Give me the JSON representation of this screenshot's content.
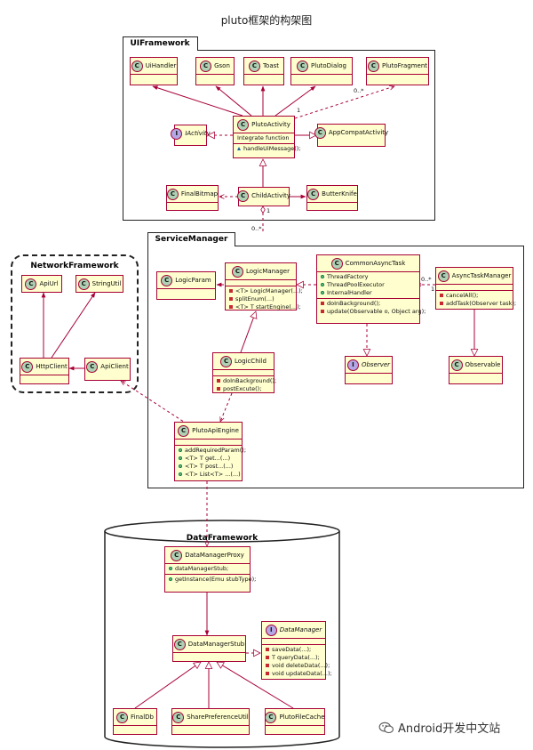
{
  "title": "pluto框架的构架图",
  "packages": {
    "ui": "UIFramework",
    "service": "ServiceManager",
    "network": "NetworkFramework",
    "data": "DataFramework"
  },
  "badges": {
    "class": "C",
    "interface": "I"
  },
  "classes": {
    "uihandler": {
      "name": "UiHandler"
    },
    "gson": {
      "name": "Gson"
    },
    "toast": {
      "name": "Toast"
    },
    "plutodialog": {
      "name": "PlutoDialog"
    },
    "plutofragment": {
      "name": "PlutoFragment"
    },
    "iactivity": {
      "name": "IActivity"
    },
    "plutoactivity": {
      "name": "PlutoActivity",
      "fields": [
        "Integrate function"
      ],
      "methods": [
        "handleUiMessage();"
      ]
    },
    "appcompatactivity": {
      "name": "AppCompatActivity"
    },
    "finalbitmap": {
      "name": "FinalBitmap"
    },
    "childactivity": {
      "name": "ChildActivity"
    },
    "butterknife": {
      "name": "ButterKnife"
    },
    "logicparam": {
      "name": "LogicParam"
    },
    "logicmanager": {
      "name": "LogicManager",
      "methods": [
        "<T> LogicManager(...);",
        "splitEnum(...)",
        "<T> T startEngine(...);"
      ]
    },
    "commonasynctask": {
      "name": "CommonAsyncTask",
      "fields": [
        "ThreadFactory",
        "ThreadPoolExecutor",
        "InternalHandler"
      ],
      "methods": [
        "doInBackground();",
        "update(Observable o, Object arg);"
      ]
    },
    "asynctaskmanager": {
      "name": "AsyncTaskManager",
      "methods": [
        "cancelAll();",
        "addTask(Observer task);"
      ]
    },
    "logicchild": {
      "name": "LogicChild",
      "methods": [
        "doInBackground();",
        "postExcute();"
      ]
    },
    "observer": {
      "name": "Observer"
    },
    "observable": {
      "name": "Observable"
    },
    "apiurl": {
      "name": "ApiUrl"
    },
    "stringutil": {
      "name": "StringUtil"
    },
    "httpclient": {
      "name": "HttpClient"
    },
    "apiclient": {
      "name": "ApiClient"
    },
    "plutoapiengine": {
      "name": "PlutoApiEngine",
      "methods": [
        "addRequiredParam();",
        "<T> T get...(...)",
        "<T> T post...(...)",
        "<T> List<T> ...(...)"
      ]
    },
    "datamanagerproxy": {
      "name": "DataManagerProxy",
      "fields": [
        "dataManagerStub;"
      ],
      "methods": [
        "getInstance(Emu stubType);"
      ]
    },
    "datamanagerstub": {
      "name": "DataManagerStub"
    },
    "datamanager": {
      "name": "DataManager",
      "methods": [
        "saveData(...);",
        "T queryData(...);",
        "void deleteData(...);",
        "void updateData(...);"
      ]
    },
    "finaldb": {
      "name": "FinalDb"
    },
    "sharepreferenceutil": {
      "name": "SharePreferenceUtil"
    },
    "plutofilecache": {
      "name": "PlutoFileCache"
    }
  },
  "multiplicities": {
    "fragment_many": "0..*",
    "fragment_one": "1",
    "child_one": "1",
    "child_many": "0..*",
    "async_many": "0..*",
    "async_one": "1"
  },
  "watermark": "Android开发中文站"
}
